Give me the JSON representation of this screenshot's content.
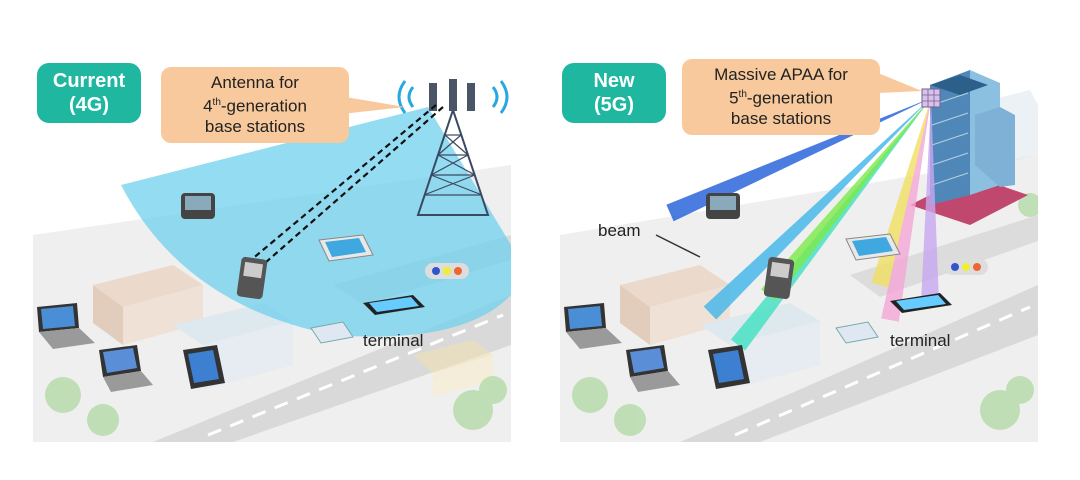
{
  "current": {
    "tag_line1": "Current",
    "tag_line2": "(4G)",
    "callout_line1": "Antenna for",
    "callout_ordinal": "4",
    "callout_suffix": "th",
    "callout_line2_rest": "-generation",
    "callout_line3": "base stations",
    "terminal_label": "terminal"
  },
  "new": {
    "tag_line1": "New",
    "tag_line2": "(5G)",
    "callout_line1": "Massive APAA for",
    "callout_ordinal": "5",
    "callout_suffix": "th",
    "callout_line2_rest": "-generation",
    "callout_line3": "base stations",
    "beam_label": "beam",
    "terminal_label": "terminal"
  },
  "colors": {
    "tag_bg": "#1fb7a0",
    "callout_bg": "#f8c99c",
    "coverage": "#6fd0ee",
    "beam_colors": [
      "#1e5bd8",
      "#3fb5ea",
      "#40e0c0",
      "#7ce84a",
      "#f0e060",
      "#f4a6d6",
      "#c8a8f0"
    ]
  }
}
